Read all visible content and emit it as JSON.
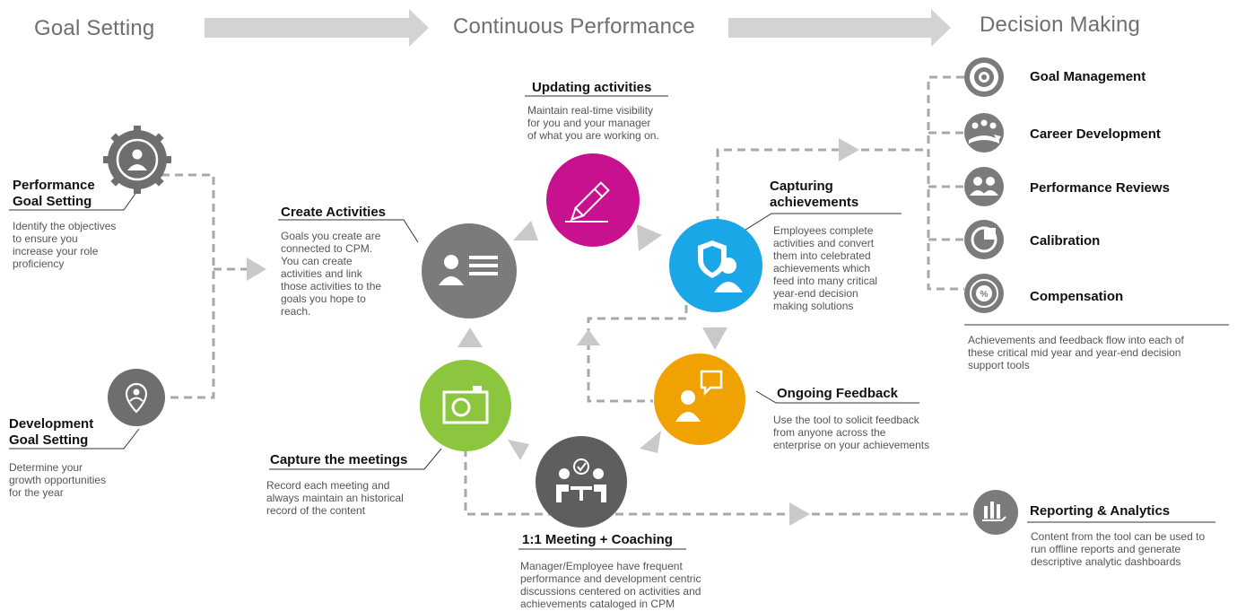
{
  "phases": {
    "goal_setting": "Goal Setting",
    "continuous_performance": "Continuous Performance",
    "decision_making": "Decision Making"
  },
  "left": {
    "performance": {
      "title_line1": "Performance",
      "title_line2": "Goal Setting",
      "desc": [
        "Identify the objectives",
        "to ensure you",
        "increase your role",
        "proficiency"
      ]
    },
    "development": {
      "title_line1": "Development",
      "title_line2": "Goal Setting",
      "desc": [
        "Determine your",
        "growth opportunities",
        "for the year"
      ]
    }
  },
  "cycle": {
    "create_activities": {
      "title": "Create Activities",
      "desc": [
        "Goals you create are",
        "connected to CPM.",
        "You can create",
        "activities and link",
        "those activities to the",
        "goals you hope to",
        "reach."
      ]
    },
    "updating_activities": {
      "title": "Updating activities",
      "desc": [
        "Maintain real-time visibility",
        "for you and your manager",
        "of what you are working on."
      ]
    },
    "capturing_achievements": {
      "title_line1": "Capturing",
      "title_line2": "achievements",
      "desc": [
        "Employees complete",
        "activities and convert",
        "them into celebrated",
        "achievements which",
        "feed into many critical",
        "year-end decision",
        "making solutions"
      ]
    },
    "ongoing_feedback": {
      "title": "Ongoing Feedback",
      "desc": [
        "Use the tool to solicit feedback",
        "from anyone across the",
        "enterprise  on your achievements"
      ]
    },
    "meeting_coaching": {
      "title": "1:1 Meeting + Coaching",
      "desc": [
        "Manager/Employee have frequent",
        "performance and development centric",
        "discussions centered on activities and",
        "achievements cataloged in CPM"
      ]
    },
    "capture_meetings": {
      "title": "Capture the meetings",
      "desc": [
        "Record each meeting and",
        "always maintain an historical",
        "record of the content"
      ]
    }
  },
  "decision": {
    "items": [
      {
        "label": "Goal Management",
        "icon": "target-icon"
      },
      {
        "label": "Career Development",
        "icon": "career-icon"
      },
      {
        "label": "Performance Reviews",
        "icon": "people-icon"
      },
      {
        "label": "Calibration",
        "icon": "calibration-icon"
      },
      {
        "label": "Compensation",
        "icon": "compensation-icon"
      }
    ],
    "desc": [
      "Achievements and feedback flow into each of",
      "these critical mid year and year-end decision",
      "support tools"
    ],
    "reporting": {
      "title": "Reporting & Analytics",
      "desc": [
        "Content from the tool can be used to",
        "run offline reports and generate",
        "descriptive analytic dashboards"
      ]
    }
  },
  "colors": {
    "gray_circle": "#7b7b7b",
    "magenta": "#c8118f",
    "blue": "#1aa7e8",
    "orange": "#f0a202",
    "green": "#8cc63f",
    "arrow_gray": "#d3d3d3",
    "dash_gray": "#a8a8a8"
  }
}
